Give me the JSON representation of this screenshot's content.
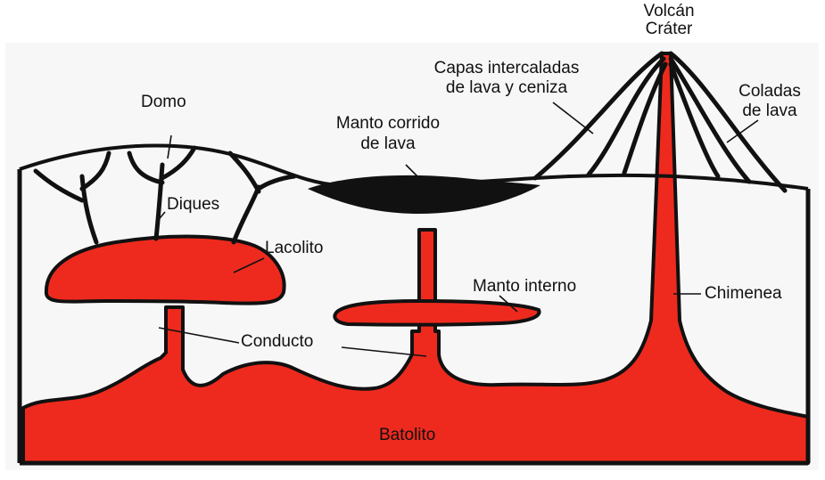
{
  "diagram": {
    "labels": {
      "volcan": "Volcán",
      "crater": "Cráter",
      "capas_line1": "Capas intercaladas",
      "capas_line2": "de lava y ceniza",
      "domo": "Domo",
      "manto_corrido_line1": "Manto corrido",
      "manto_corrido_line2": "de lava",
      "coladas_line1": "Coladas",
      "coladas_line2": "de lava",
      "diques": "Diques",
      "lacolito": "Lacolito",
      "manto_interno": "Manto interno",
      "chimenea": "Chimenea",
      "conducto": "Conducto",
      "batolito": "Batolito"
    },
    "colors": {
      "magma": "#ee2a1e",
      "outline": "#111111",
      "paper": "#f7f7f7",
      "background": "#ffffff"
    }
  }
}
